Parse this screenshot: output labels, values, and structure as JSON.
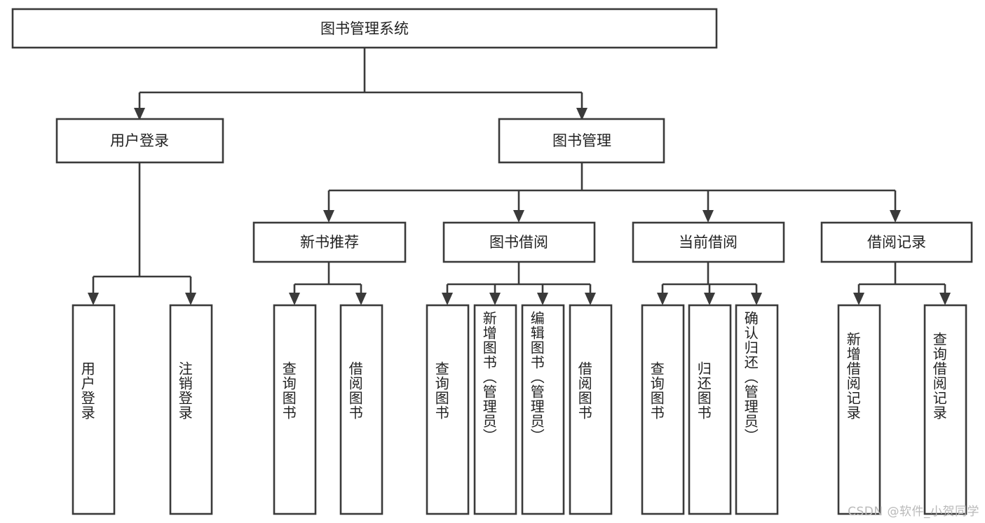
{
  "diagram": {
    "type": "tree",
    "title": "图书管理系统",
    "orientation": "top-down",
    "colors": {
      "box_fill": "#ffffff",
      "box_stroke": "#3a3a3a",
      "text": "#222222",
      "background": "#ffffff",
      "watermark": "#b9b9b9"
    },
    "root": {
      "label": "图书管理系统"
    },
    "level2": [
      {
        "label": "用户登录"
      },
      {
        "label": "图书管理"
      }
    ],
    "level3": [
      {
        "label": "新书推荐"
      },
      {
        "label": "图书借阅"
      },
      {
        "label": "当前借阅"
      },
      {
        "label": "借阅记录"
      }
    ],
    "leaves": {
      "user_login": [
        {
          "label": "用户登录"
        },
        {
          "label": "注销登录"
        }
      ],
      "new_book_recommend": [
        {
          "label": "查询图书"
        },
        {
          "label": "借阅图书"
        }
      ],
      "book_borrow": [
        {
          "label": "查询图书"
        },
        {
          "label": "新增图书（管理员）"
        },
        {
          "label": "编辑图书（管理员）"
        },
        {
          "label": "借阅图书"
        }
      ],
      "current_borrow": [
        {
          "label": "查询图书"
        },
        {
          "label": "归还图书"
        },
        {
          "label": "确认归还（管理员）"
        }
      ],
      "borrow_records": [
        {
          "label": "新增借阅记录"
        },
        {
          "label": "查询借阅记录"
        }
      ]
    }
  },
  "watermark": {
    "text": "CSDN @软件_小贺同学"
  }
}
